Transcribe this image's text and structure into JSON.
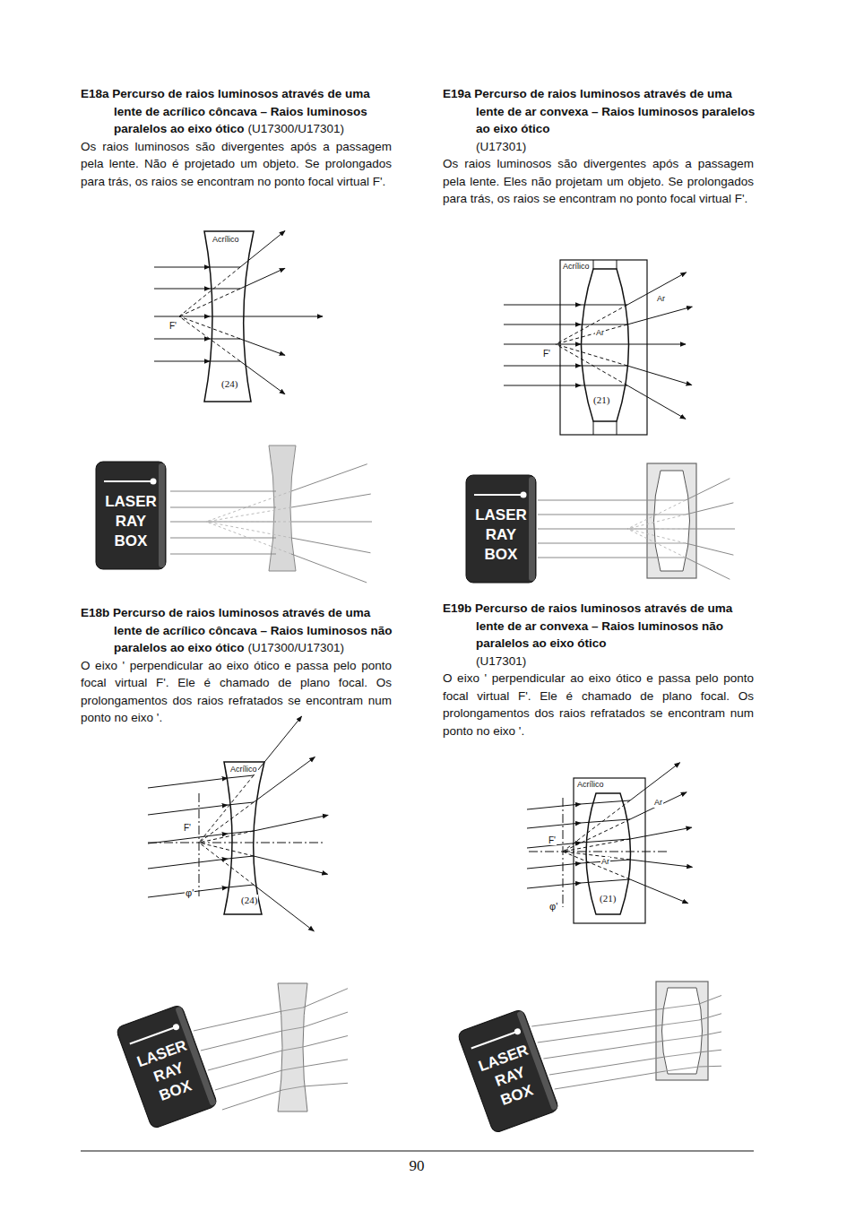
{
  "diagram": {
    "labels": [
      "E18a Percurso de raios luminosos através de uma lente de acrílico côncava – Raios luminosos paralelos ao eixo ótico",
      "(U17300/U17301)",
      "Os raios luminosos são divergentes após a passagem pela lente. Não é projetado um objeto. Se prolongados para trás, os raios se encontram no ponto focal virtual F'.",
      "Acrílico",
      "F'",
      "(24)",
      "LASER",
      "RAY",
      "BOX",
      "E19a Percurso de raios luminosos através de uma lente de ar convexa – Raios luminosos paralelos ao eixo ótico",
      "(U17301)",
      "Os raios luminosos são divergentes após a passagem pela lente. Eles não projetam um objeto. Se prolongados para trás, os raios se encontram no ponto focal virtual F'.",
      "Acrílico",
      "Ar",
      "Ar",
      "F'",
      "(21)",
      "LASER",
      "RAY",
      "BOX",
      "E18b Percurso de raios luminosos através de uma lente de acrílico côncava – Raios luminosos não paralelos ao eixo ótico",
      "(U17300/U17301)",
      "O eixo ' perpendicular ao eixo ótico e passa pelo ponto focal virtual F'. Ele é chamado de plano focal. Os prolongamentos dos raios refratados se encontram num ponto no eixo '.",
      "Acrílico",
      "F'",
      "φ'",
      "(24)",
      "LASER",
      "RAY",
      "BOX",
      "E19b Percurso de raios luminosos através de uma lente de ar convexa – Raios luminosos não paralelos ao eixo ótico",
      "(U17301)",
      "O eixo ' perpendicular ao eixo ótico e passa pelo ponto focal virtual F'. Ele é chamado de plano focal. Os prolongamentos dos raios refratados se encontram num ponto no eixo '.",
      "Acrílico",
      "Ar",
      "Ar",
      "F'",
      "φ'",
      "(21)",
      "LASER",
      "RAY",
      "BOX",
      "90"
    ]
  }
}
